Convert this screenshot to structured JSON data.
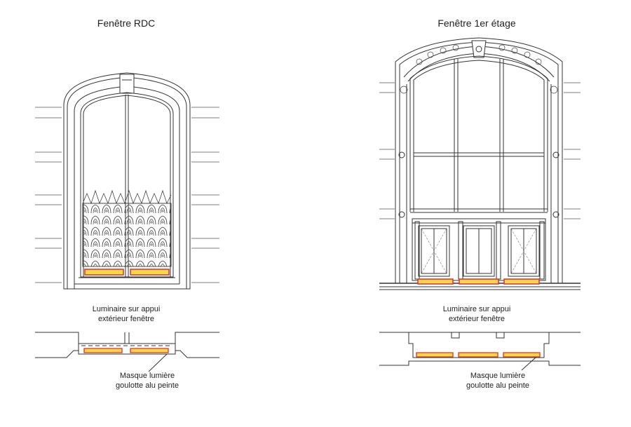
{
  "left_panel": {
    "title": "Fenêtre RDC",
    "callout_top": [
      "Luminaire sur appui",
      "extérieur fenêtre"
    ],
    "callout_bottom": [
      "Masque lumière",
      "goulotte alu peinte"
    ]
  },
  "right_panel": {
    "title": "Fenêtre 1er étage",
    "callout_top": [
      "Luminaire sur appui",
      "extérieur fenêtre"
    ],
    "callout_bottom": [
      "Masque lumière",
      "goulotte alu peinte"
    ]
  },
  "colors": {
    "line": "#333333",
    "luminaire_fill": "#f6d64a",
    "luminaire_stroke": "#d9342b",
    "background": "#ffffff"
  }
}
